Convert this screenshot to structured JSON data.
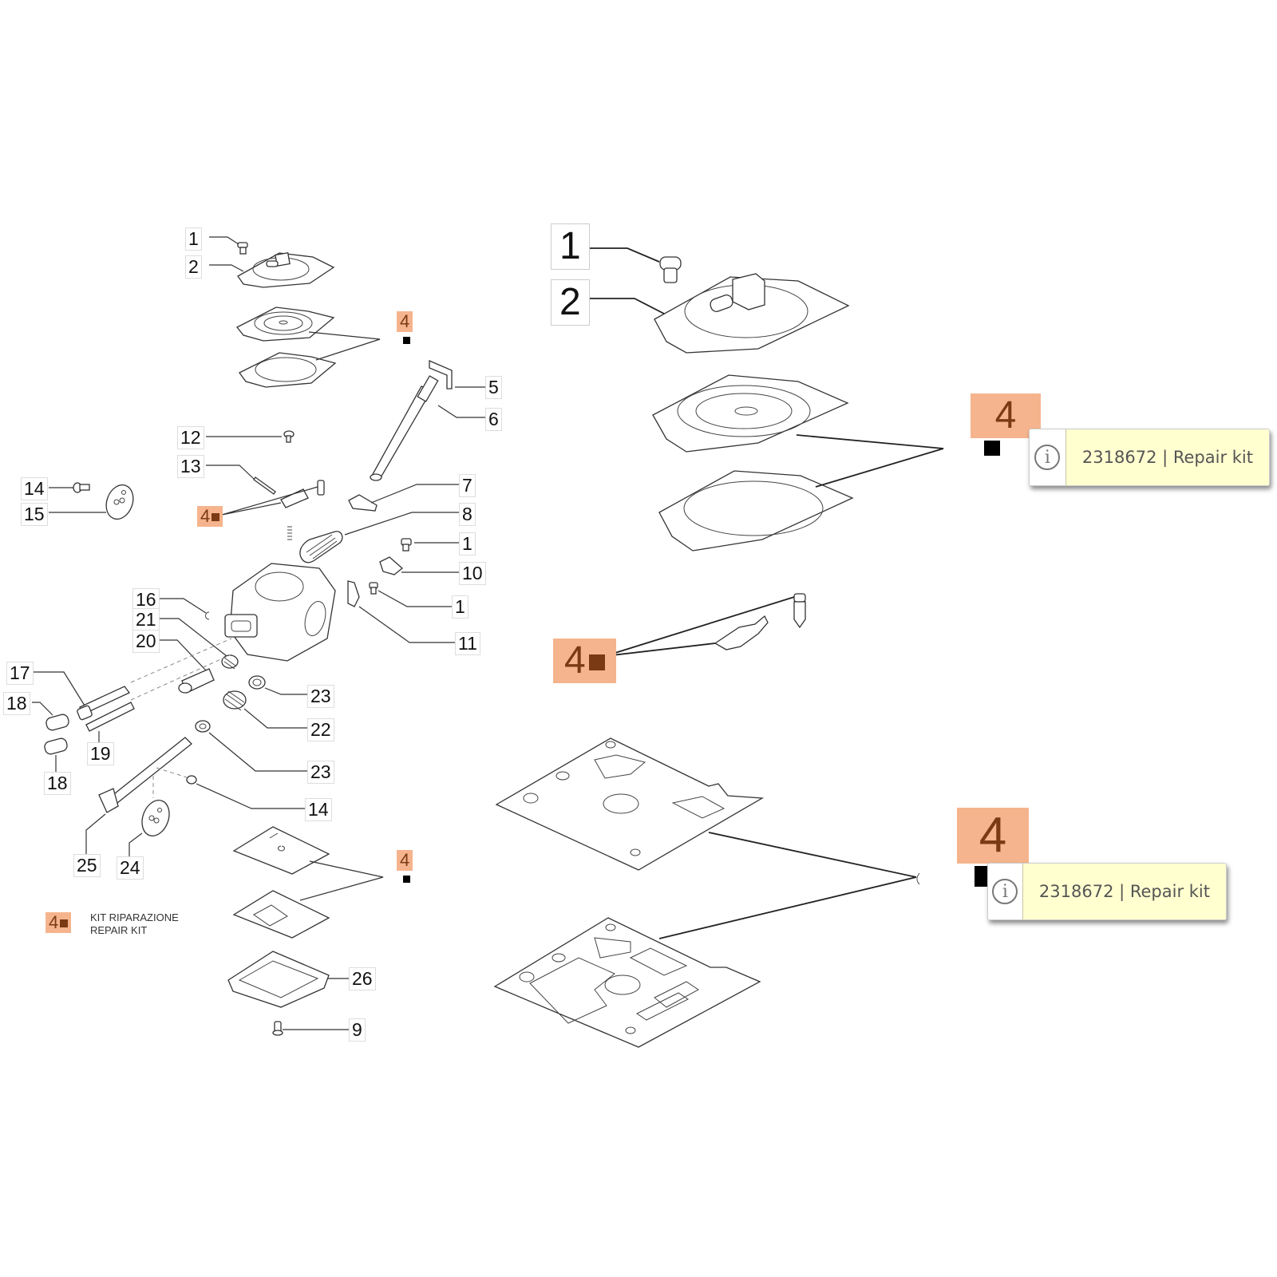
{
  "diagram": {
    "title": "Carburetor exploded parts diagram",
    "left_labels": [
      {
        "id": "l1a",
        "text": "1"
      },
      {
        "id": "l2",
        "text": "2"
      },
      {
        "id": "l5",
        "text": "5"
      },
      {
        "id": "l6",
        "text": "6"
      },
      {
        "id": "l12",
        "text": "12"
      },
      {
        "id": "l13",
        "text": "13"
      },
      {
        "id": "l14a",
        "text": "14"
      },
      {
        "id": "l15",
        "text": "15"
      },
      {
        "id": "l7",
        "text": "7"
      },
      {
        "id": "l8",
        "text": "8"
      },
      {
        "id": "l1b",
        "text": "1"
      },
      {
        "id": "l10",
        "text": "10"
      },
      {
        "id": "l16",
        "text": "16"
      },
      {
        "id": "l1c",
        "text": "1"
      },
      {
        "id": "l21",
        "text": "21"
      },
      {
        "id": "l20",
        "text": "20"
      },
      {
        "id": "l11",
        "text": "11"
      },
      {
        "id": "l17",
        "text": "17"
      },
      {
        "id": "l23a",
        "text": "23"
      },
      {
        "id": "l18a",
        "text": "18"
      },
      {
        "id": "l22",
        "text": "22"
      },
      {
        "id": "l19",
        "text": "19"
      },
      {
        "id": "l23b",
        "text": "23"
      },
      {
        "id": "l18b",
        "text": "18"
      },
      {
        "id": "l14b",
        "text": "14"
      },
      {
        "id": "l25",
        "text": "25"
      },
      {
        "id": "l24",
        "text": "24"
      },
      {
        "id": "l26",
        "text": "26"
      },
      {
        "id": "l9",
        "text": "9"
      }
    ],
    "kit_markers_left": [
      "4",
      "4",
      "4"
    ],
    "kit_marker_inline": "4",
    "legend": {
      "marker": "4",
      "line1": "KIT RIPARAZIONE",
      "line2": "REPAIR KIT"
    },
    "right_labels": {
      "one": "1",
      "two": "2"
    },
    "kit_markers_right": [
      "4",
      "4",
      "4"
    ]
  },
  "tooltips": [
    {
      "icon": "info-icon",
      "icon_glyph": "i",
      "text": "2318672 | Repair kit"
    },
    {
      "icon": "info-icon",
      "icon_glyph": "i",
      "text": "2318672 | Repair kit"
    }
  ],
  "colors": {
    "kit_highlight": "#f5b48d",
    "kit_text": "#7a3a14",
    "tooltip_background": "#ffffd0"
  }
}
